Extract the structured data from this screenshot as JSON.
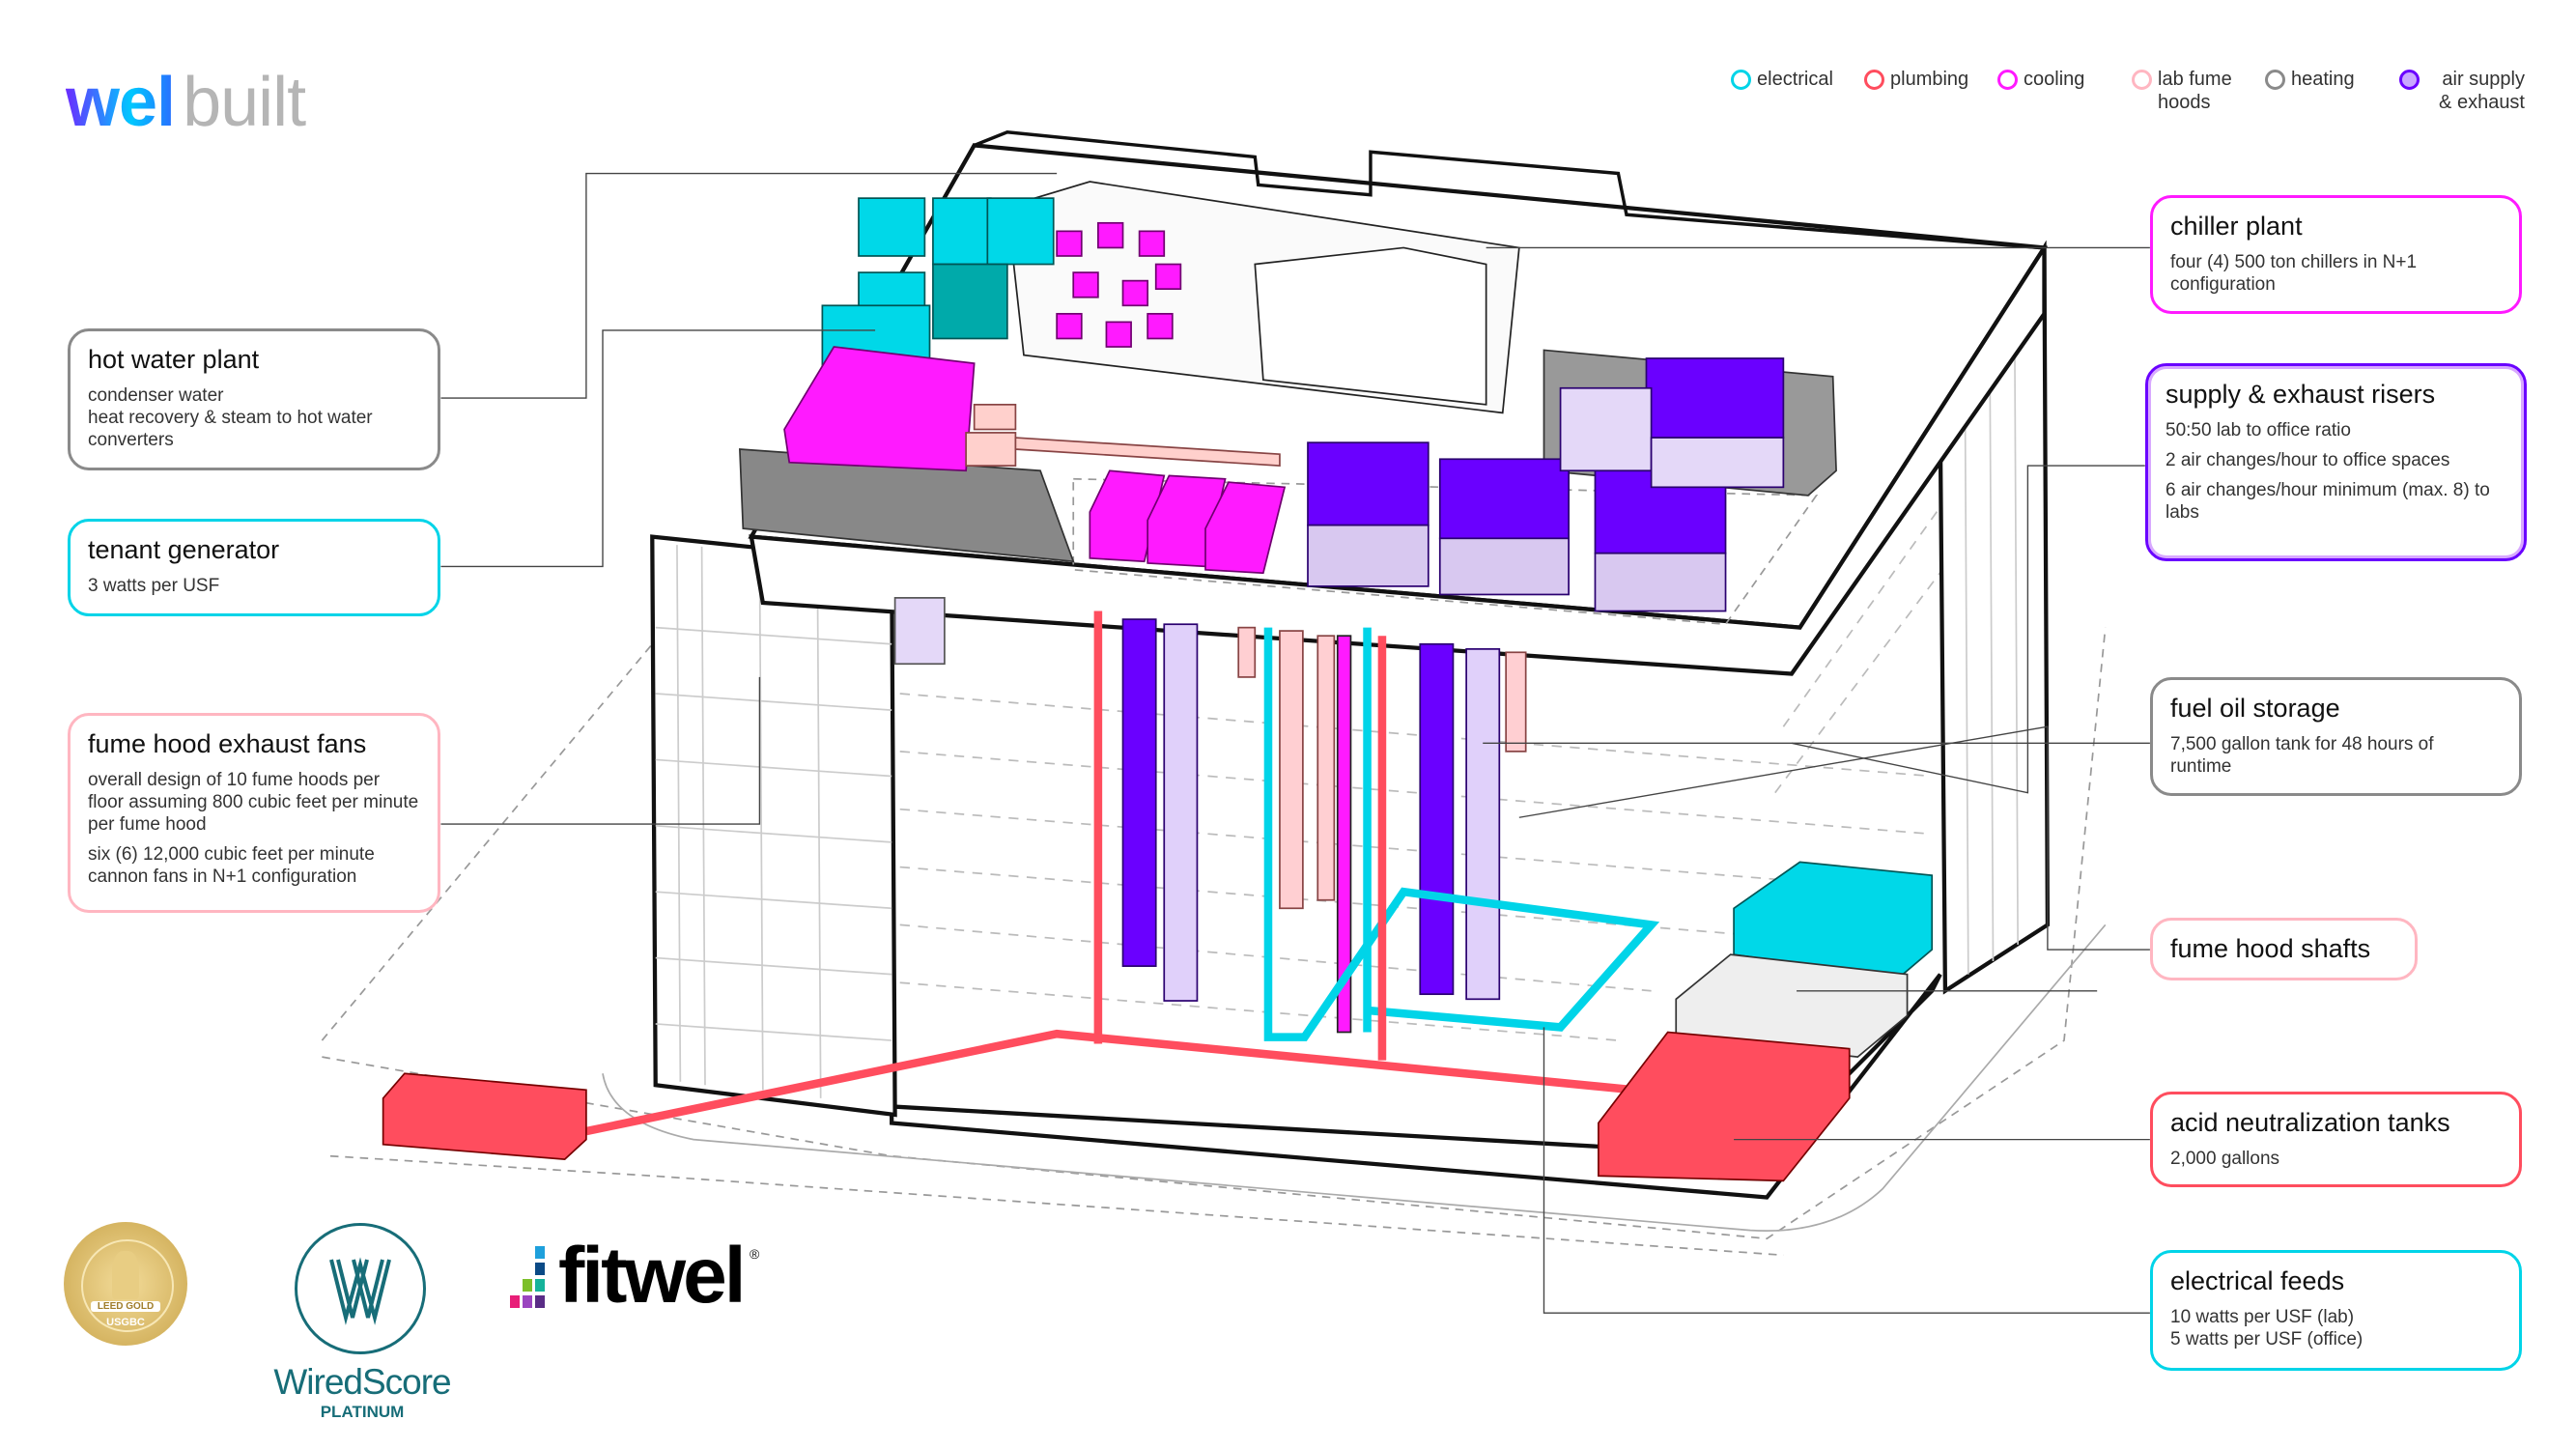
{
  "logo": {
    "wel": "wel",
    "built": "built"
  },
  "legend": [
    {
      "label": "electrical",
      "color": "#00d4e8"
    },
    {
      "label": "plumbing",
      "color": "#ff4d5e"
    },
    {
      "label": "cooling",
      "color": "#ff1aff"
    },
    {
      "label": "lab fume hoods",
      "color": "#ffb6c1"
    },
    {
      "label": "heating",
      "color": "#8a8a8a"
    },
    {
      "label": "air supply & exhaust",
      "color": "#6a00ff"
    }
  ],
  "callouts": {
    "hot_water_plant": {
      "title": "hot water plant",
      "lines": [
        "condenser water",
        "heat recovery & steam to hot water converters"
      ],
      "color": "#8a8a8a"
    },
    "tenant_generator": {
      "title": "tenant generator",
      "lines": [
        "3 watts per USF"
      ],
      "color": "#00d4e8"
    },
    "fume_hood_exhaust_fans": {
      "title": "fume hood exhaust fans",
      "lines": [
        "overall design of 10 fume hoods per floor assuming 800 cubic feet per minute per fume hood",
        "six (6) 12,000 cubic feet per minute cannon fans in N+1 configuration"
      ],
      "color": "#ffb6c1"
    },
    "chiller_plant": {
      "title": "chiller plant",
      "lines": [
        "four (4) 500 ton chillers in N+1 configuration"
      ],
      "color": "#ff1aff"
    },
    "supply_exhaust_risers": {
      "title": "supply & exhaust risers",
      "lines": [
        "50:50 lab to office ratio",
        "2 air changes/hour to office spaces",
        "6 air changes/hour minimum (max. 8) to labs"
      ],
      "color": "#6a00ff"
    },
    "fuel_oil_storage": {
      "title": "fuel oil storage",
      "lines": [
        "7,500 gallon tank for 48 hours of runtime"
      ],
      "color": "#8a8a8a"
    },
    "fume_hood_shafts": {
      "title": "fume hood shafts",
      "color": "#ffb6c1"
    },
    "acid_neutralization_tanks": {
      "title": "acid neutralization tanks",
      "lines": [
        "2,000 gallons"
      ],
      "color": "#ff4d5e"
    },
    "electrical_feeds": {
      "title": "electrical feeds",
      "lines": [
        "10 watts per USF (lab)",
        "5 watts per USF (office)"
      ],
      "color": "#00d4e8"
    }
  },
  "badges": {
    "leed": {
      "text": "LEED GOLD",
      "org": "USGBC"
    },
    "wiredscore": {
      "name": "WiredScore",
      "level": "PLATINUM"
    },
    "fitwel": {
      "name": "fitwel",
      "mark": "®"
    }
  }
}
